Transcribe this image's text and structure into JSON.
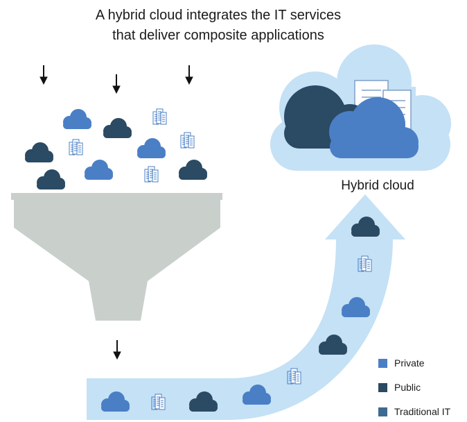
{
  "title": {
    "line1": "A hybrid cloud integrates the IT services",
    "line2": "that deliver composite applications"
  },
  "hybrid_cloud_label": "Hybrid cloud",
  "legend": [
    {
      "label": "Private",
      "color": "#4a7fc6"
    },
    {
      "label": "Public",
      "color": "#2b4a63"
    },
    {
      "label": "Traditional IT",
      "color": "#3e6a92"
    }
  ],
  "colors": {
    "private_cloud": "#4a7fc6",
    "public_cloud": "#2b4a63",
    "traditional_it_icon": "#4a7fc6",
    "funnel": "#c9d0cc",
    "flow_arrow": "#c4e1f6",
    "big_cloud": "#c4e1f6",
    "input_arrow": "#111111"
  },
  "icons": {
    "cloud": "cloud-icon",
    "traditional_it": "server-rack-icon",
    "arrow": "arrow-down-icon"
  }
}
